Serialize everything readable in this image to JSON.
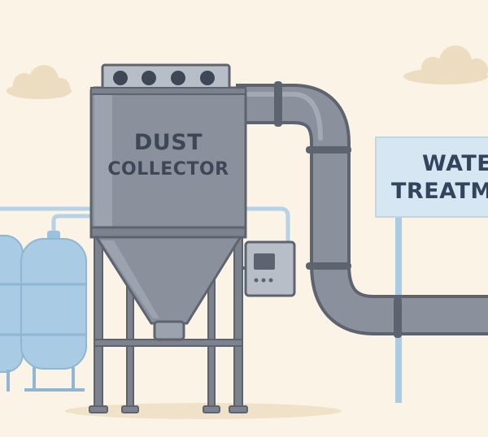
{
  "collector": {
    "label_line_1": "DUST",
    "label_line_2": "COLLECTOR"
  },
  "sign": {
    "line_1": "WATE",
    "line_2": "TREATM"
  },
  "colors": {
    "background": "#fbf4e6",
    "steel": "#8a919d",
    "steel_dark": "#5d6470",
    "tank_blue": "#a9cbe3",
    "sign_blue": "#d6e6f2",
    "cloud": "#ecdcc0"
  }
}
